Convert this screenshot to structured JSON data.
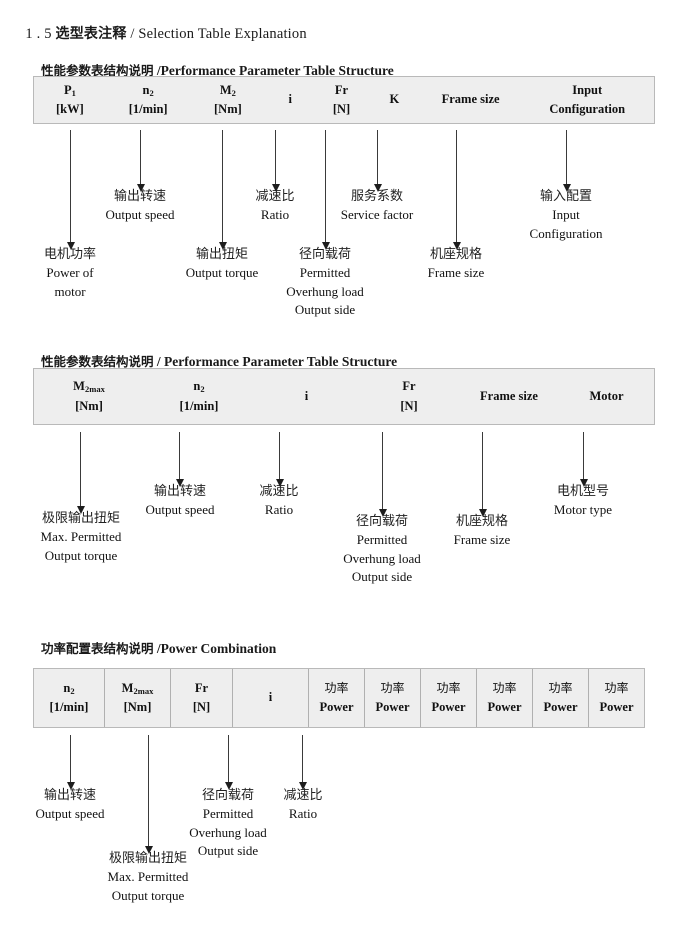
{
  "title": {
    "number": "1 . 5 ",
    "cn": "选型表注释",
    "sep": " / ",
    "en": "Selection Table Explanation"
  },
  "sections": [
    {
      "id": "performance-1",
      "heading_cn": "性能参数表结构说明",
      "heading_sep": " /",
      "heading_en": "Performance Parameter Table Structure",
      "columns": [
        {
          "top": "P",
          "top_sub": "1",
          "bottom": "[kW]"
        },
        {
          "top": "n",
          "top_sub": "2",
          "bottom": "[1/min]"
        },
        {
          "top": "M",
          "top_sub": "2",
          "bottom": "[Nm]"
        },
        {
          "top": "i",
          "top_sub": "",
          "bottom": ""
        },
        {
          "top": "Fr",
          "top_sub": "",
          "bottom": "[N]"
        },
        {
          "top": "K",
          "top_sub": "",
          "bottom": ""
        },
        {
          "top": "Frame size",
          "top_sub": "",
          "bottom": ""
        },
        {
          "top": "Input",
          "top_sub": "",
          "bottom": "Configuration"
        }
      ],
      "annotations": [
        {
          "cn": "电机功率",
          "en": [
            "Power of",
            "motor"
          ]
        },
        {
          "cn": "输出转速",
          "en": [
            "Output speed"
          ]
        },
        {
          "cn": "输出扭矩",
          "en": [
            "Output torque"
          ]
        },
        {
          "cn": "减速比",
          "en": [
            "Ratio"
          ]
        },
        {
          "cn": "径向载荷",
          "en": [
            "Permitted",
            "Overhung load",
            "Output side"
          ]
        },
        {
          "cn": "服务系数",
          "en": [
            "Service factor"
          ]
        },
        {
          "cn": "机座规格",
          "en": [
            "Frame size"
          ]
        },
        {
          "cn": "输入配置",
          "en": [
            "Input",
            "Configuration"
          ]
        }
      ]
    },
    {
      "id": "performance-2",
      "heading_cn": "性能参数表结构说明",
      "heading_sep": " / ",
      "heading_en": "Performance Parameter Table Structure",
      "columns": [
        {
          "top": "M",
          "top_sub": "2max",
          "bottom": "[Nm]"
        },
        {
          "top": "n",
          "top_sub": "2",
          "bottom": "[1/min]"
        },
        {
          "top": "i",
          "top_sub": "",
          "bottom": ""
        },
        {
          "top": "Fr",
          "top_sub": "",
          "bottom": "[N]"
        },
        {
          "top": "Frame size",
          "top_sub": "",
          "bottom": ""
        },
        {
          "top": "Motor",
          "top_sub": "",
          "bottom": ""
        }
      ],
      "annotations": [
        {
          "cn": "极限输出扭矩",
          "en": [
            "Max. Permitted",
            "Output  torque"
          ]
        },
        {
          "cn": "输出转速",
          "en": [
            "Output speed"
          ]
        },
        {
          "cn": "减速比",
          "en": [
            "Ratio"
          ]
        },
        {
          "cn": "径向载荷",
          "en": [
            "Permitted",
            "Overhung load",
            "Output side"
          ]
        },
        {
          "cn": "机座规格",
          "en": [
            "Frame size"
          ]
        },
        {
          "cn": "电机型号",
          "en": [
            "Motor type"
          ]
        }
      ]
    },
    {
      "id": "power-combination",
      "heading_cn": "功率配置表结构说明",
      "heading_sep": " /",
      "heading_en": "Power Combination",
      "columns": [
        {
          "top": "n",
          "top_sub": "2",
          "bottom": "[1/min]"
        },
        {
          "top": "M",
          "top_sub": "2max",
          "bottom": "[Nm]"
        },
        {
          "top": "Fr",
          "top_sub": "",
          "bottom": "[N]"
        },
        {
          "top": "i",
          "top_sub": "",
          "bottom": ""
        },
        {
          "top_cn": "功率",
          "top_sub": "",
          "bottom": "Power"
        },
        {
          "top_cn": "功率",
          "top_sub": "",
          "bottom": "Power"
        },
        {
          "top_cn": "功率",
          "top_sub": "",
          "bottom": "Power"
        },
        {
          "top_cn": "功率",
          "top_sub": "",
          "bottom": "Power"
        },
        {
          "top_cn": "功率",
          "top_sub": "",
          "bottom": "Power"
        },
        {
          "top_cn": "功率",
          "top_sub": "",
          "bottom": "Power"
        }
      ],
      "annotations": [
        {
          "cn": "输出转速",
          "en": [
            "Output speed"
          ]
        },
        {
          "cn": "极限输出扭矩",
          "en": [
            "Max. Permitted",
            "Output  torque"
          ]
        },
        {
          "cn": "径向载荷",
          "en": [
            "Permitted",
            "Overhung load",
            "Output side"
          ]
        },
        {
          "cn": "减速比",
          "en": [
            "Ratio"
          ]
        }
      ]
    }
  ]
}
